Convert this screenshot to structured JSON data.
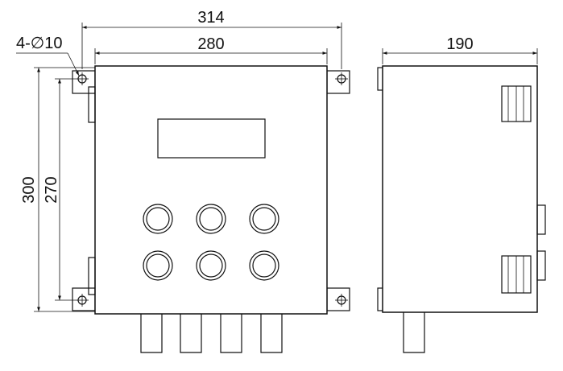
{
  "dimensions": {
    "overall_width": "314",
    "body_width": "280",
    "depth": "190",
    "overall_height": "300",
    "mount_height": "270",
    "hole_note": "4-∅10"
  },
  "front_view": {
    "display_window_count": 1,
    "button_count": 6,
    "bottom_gland_count": 4
  },
  "side_view": {
    "connector_block_count": 2,
    "side_port_count": 2,
    "bottom_gland_count": 1
  }
}
